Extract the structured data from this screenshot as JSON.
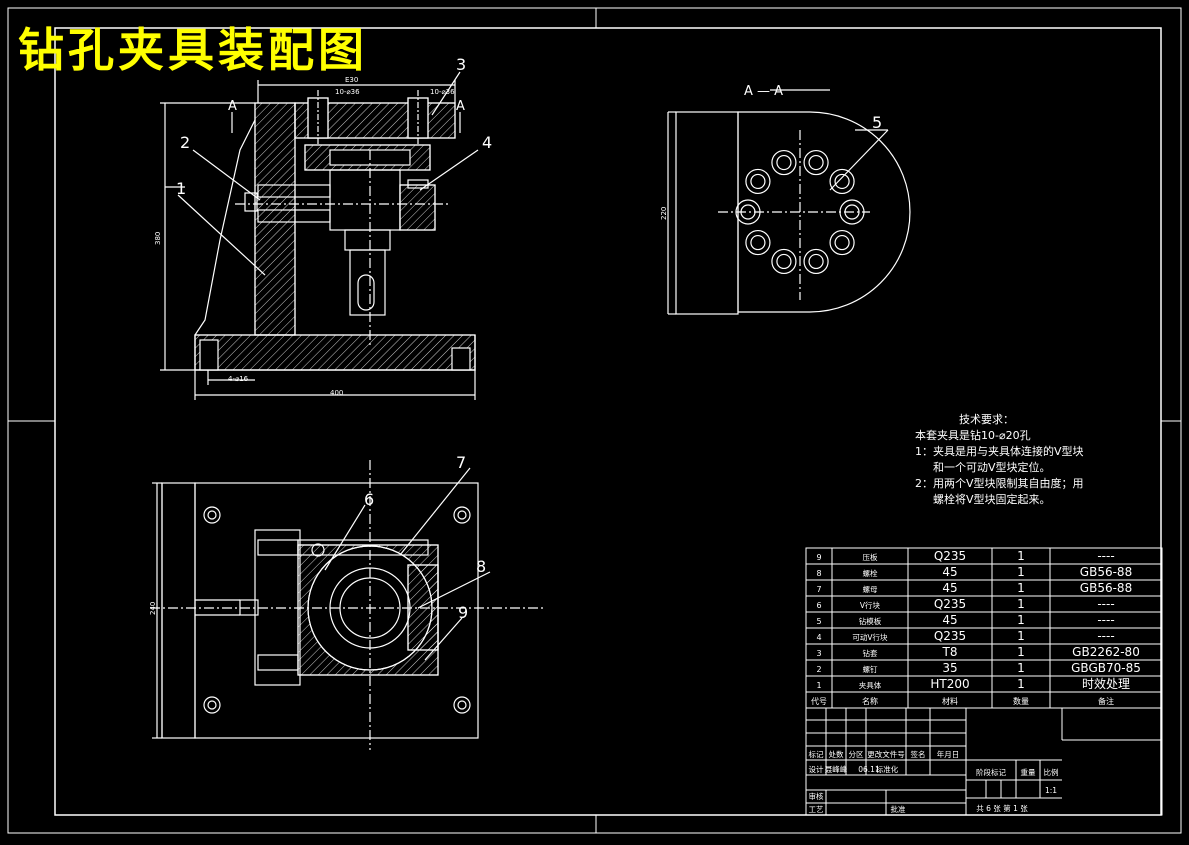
{
  "title": "钻孔夹具装配图",
  "section_label": "A — A",
  "section_a1": "A",
  "section_a2": "A",
  "balloons": [
    "1",
    "2",
    "3",
    "4",
    "5",
    "6",
    "7",
    "8",
    "9"
  ],
  "dimensions": {
    "top_width": "E30",
    "hole_left": "10-⌀36",
    "hole_right": "10-⌀36",
    "height_left": "380",
    "base_holes": "4-⌀16",
    "base_width": "400",
    "right_height": "220",
    "plan_height": "240"
  },
  "tech": {
    "heading": "技术要求：",
    "line1": "本套夹具是钻10-⌀20孔",
    "line2": "1：夹具是用与夹具体连接的V型块",
    "line3": "和一个可动V型块定位。",
    "line4": "2：用两个V型块限制其自由度；用",
    "line5": "螺栓将V型块固定起来。"
  },
  "bom": {
    "headers": [
      "代号",
      "名称",
      "材料",
      "数量",
      "备注"
    ],
    "rows": [
      {
        "no": "9",
        "name": "压板",
        "mat": "Q235",
        "qty": "1",
        "note": "----"
      },
      {
        "no": "8",
        "name": "螺栓",
        "mat": "45",
        "qty": "1",
        "note": "GB56-88"
      },
      {
        "no": "7",
        "name": "螺母",
        "mat": "45",
        "qty": "1",
        "note": "GB56-88"
      },
      {
        "no": "6",
        "name": "V行块",
        "mat": "Q235",
        "qty": "1",
        "note": "----"
      },
      {
        "no": "5",
        "name": "钻模板",
        "mat": "45",
        "qty": "1",
        "note": "----"
      },
      {
        "no": "4",
        "name": "可动V行块",
        "mat": "Q235",
        "qty": "1",
        "note": "----"
      },
      {
        "no": "3",
        "name": "钻套",
        "mat": "T8",
        "qty": "1",
        "note": "GB2262-80"
      },
      {
        "no": "2",
        "name": "螺钉",
        "mat": "35",
        "qty": "1",
        "note": "GBGB70-85"
      },
      {
        "no": "1",
        "name": "夹具体",
        "mat": "HT200",
        "qty": "1",
        "note": "时效处理"
      }
    ]
  },
  "titleblock": {
    "mark": "标记",
    "count": "处数",
    "zone": "分区",
    "docno": "更改文件号",
    "sign": "签名",
    "date": "年月日",
    "design": "设计",
    "designer": "聂峰峰",
    "design_date": "06.11",
    "standard": "标准化",
    "stage": "阶段标记",
    "weight": "重量",
    "scale": "比例",
    "scale_val": "1:1",
    "review": "审核",
    "process": "工艺",
    "approve": "批准",
    "sheets": "共 6 张 第 1 张"
  },
  "colors": {
    "line": "#ffffff",
    "title": "#ffff00",
    "background": "#000000"
  }
}
